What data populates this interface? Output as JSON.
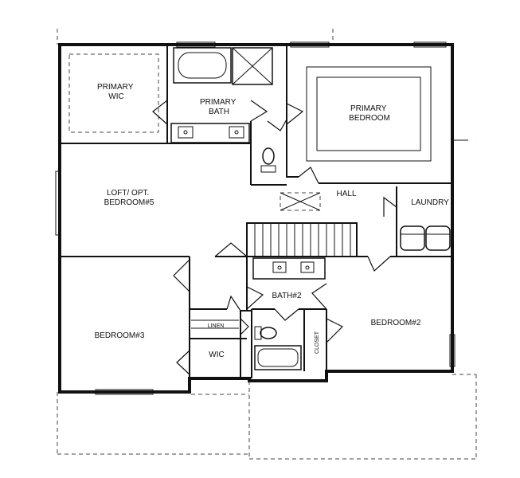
{
  "rooms": {
    "primary_wic": [
      "PRIMARY",
      "WIC"
    ],
    "primary_bath": [
      "PRIMARY",
      "BATH"
    ],
    "primary_bedroom": [
      "PRIMARY",
      "BEDROOM"
    ],
    "loft": [
      "LOFT/ OPT.",
      "BEDROOM#5"
    ],
    "hall": "HALL",
    "laundry": "LAUNDRY",
    "bath2": "BATH#2",
    "bedroom2": "BEDROOM#2",
    "bedroom3": "BEDROOM#3",
    "linen": "LINEN",
    "wic": "WIC",
    "closet": "CLOSET"
  }
}
